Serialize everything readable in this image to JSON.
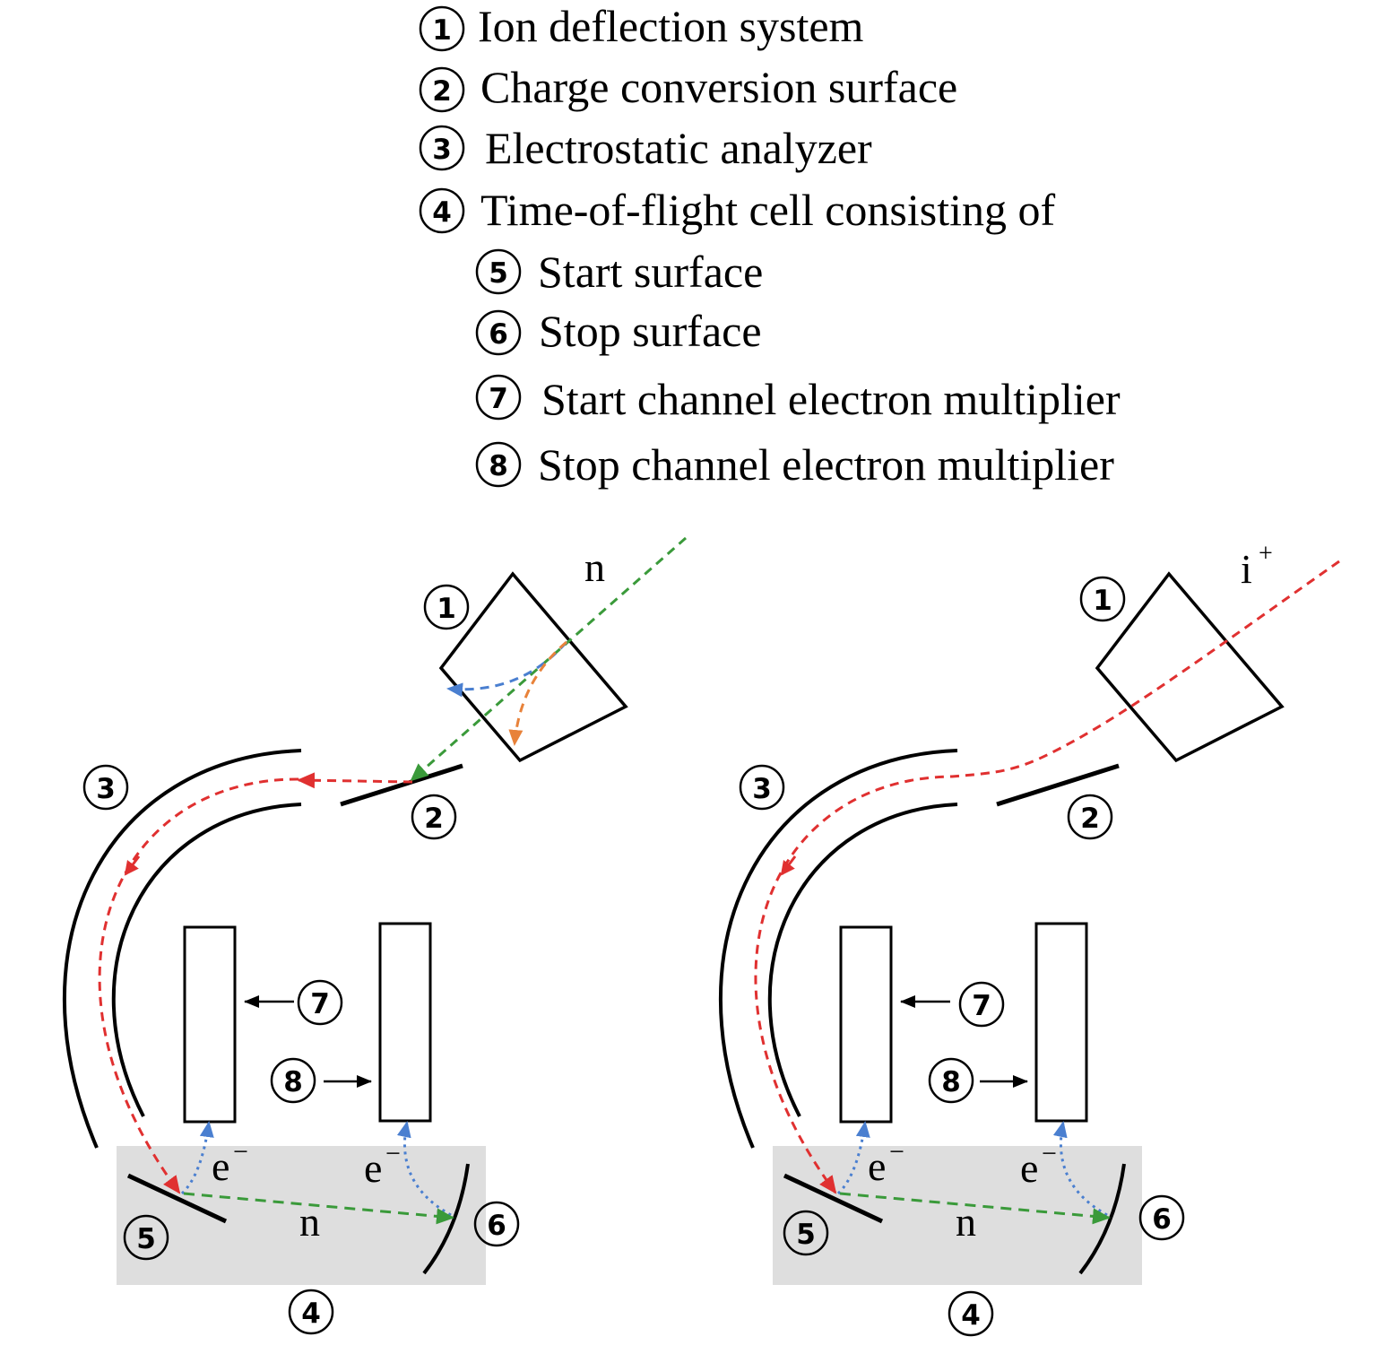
{
  "legend": [
    {
      "num": "1",
      "text": "Ion deflection system"
    },
    {
      "num": "2",
      "text": "Charge conversion surface"
    },
    {
      "num": "3",
      "text": "Electrostatic analyzer"
    },
    {
      "num": "4",
      "text": "Time-of-flight cell consisting of"
    },
    {
      "num": "5",
      "text": "Start surface"
    },
    {
      "num": "6",
      "text": "Stop surface"
    },
    {
      "num": "7",
      "text": "Start channel electron multiplier"
    },
    {
      "num": "8",
      "text": "Stop channel electron multiplier"
    }
  ],
  "panels": [
    {
      "incoming_label": "n",
      "electron_label": "e",
      "electron_sup": "−",
      "neutral_label": "n",
      "markers": [
        "1",
        "2",
        "3",
        "4",
        "5",
        "6",
        "7",
        "8"
      ]
    },
    {
      "incoming_label": "i",
      "incoming_sup": "+",
      "electron_label": "e",
      "electron_sup": "−",
      "neutral_label": "n",
      "markers": [
        "1",
        "2",
        "3",
        "4",
        "5",
        "6",
        "7",
        "8"
      ]
    }
  ],
  "colors": {
    "neutral": "#3a9a3a",
    "ion": "#e03030",
    "electron": "#4a7fd0",
    "negative_ion": "#e8823a",
    "tof_cell": "#dedede"
  }
}
